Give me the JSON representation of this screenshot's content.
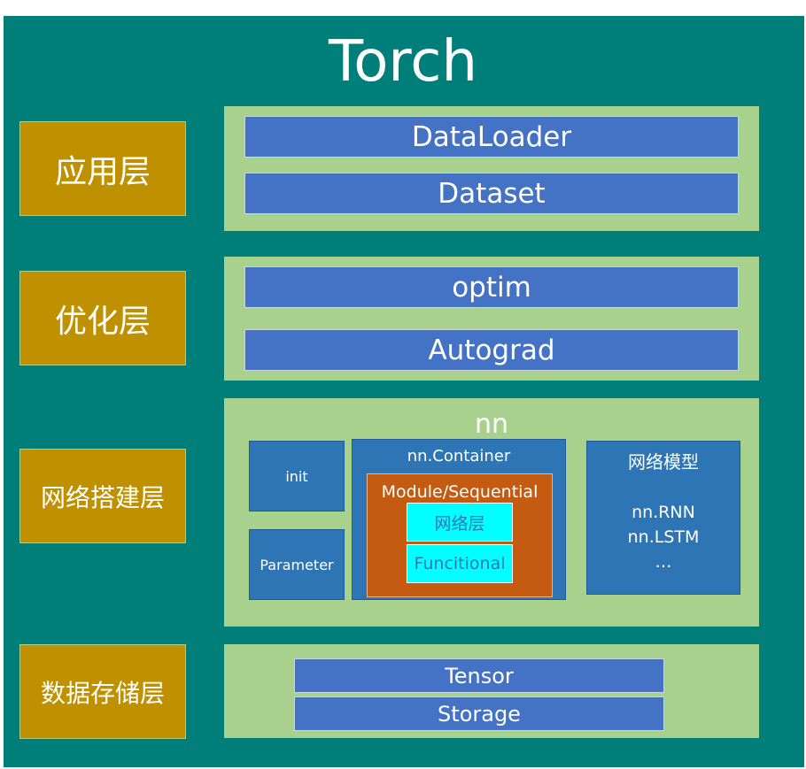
{
  "title": "Torch",
  "layers": {
    "app": "应用层",
    "optim": "优化层",
    "network": "网络搭建层",
    "storage": "数据存储层"
  },
  "app_panel": {
    "bar1": "DataLoader",
    "bar2": "Dataset"
  },
  "optim_panel": {
    "bar1": "optim",
    "bar2": "Autograd"
  },
  "nn_panel": {
    "title": "nn",
    "init": "init",
    "parameter": "Parameter",
    "container": "nn.Container",
    "module": "Module/Sequential",
    "layer": "网络层",
    "functional": "Funcitional",
    "models": {
      "title": "网络模型",
      "items": [
        "nn.RNN",
        "nn.LSTM",
        "…"
      ]
    }
  },
  "storage_panel": {
    "bar1": "Tensor",
    "bar2": "Storage"
  },
  "colors": {
    "background": "#007e7a",
    "label": "#bf9000",
    "panel": "#a9d18e",
    "bar": "#4472c4",
    "box": "#2e75b6",
    "module": "#c55a11",
    "cyan": "#00ffff"
  }
}
